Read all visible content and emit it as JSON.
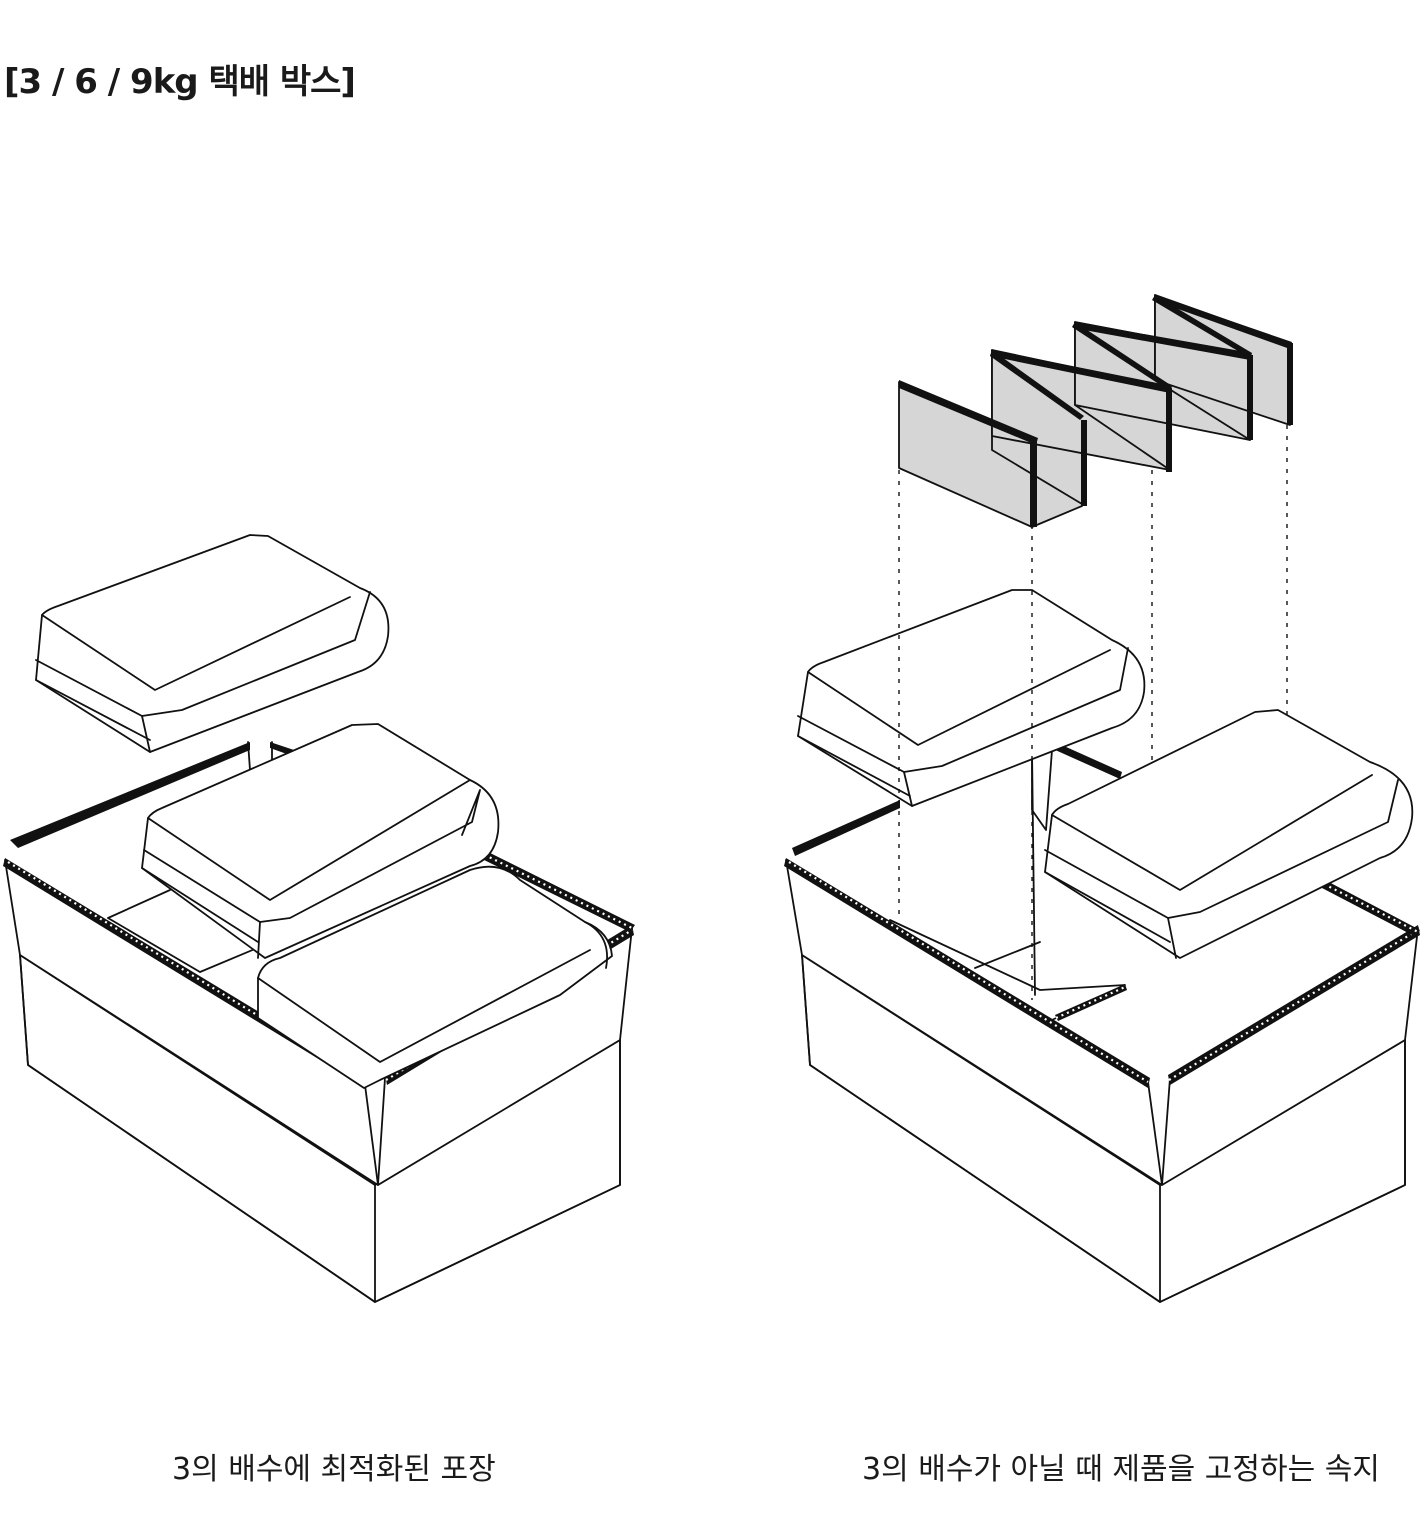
{
  "title": "[3 / 6 / 9kg 택배 박스]",
  "captions": {
    "left": "3의 배수에 최적화된 포장",
    "right": "3의 배수가 아닐 때 제품을 고정하는 속지"
  },
  "illustrations": {
    "left": {
      "packs_in_box": 3,
      "pack_shown_lifted": 1
    },
    "right": {
      "packs_in_box": 2,
      "insert_panels": 4
    }
  },
  "colors": {
    "line": "#111111",
    "insert_fill": "#d6d6d6",
    "background": "#ffffff"
  }
}
